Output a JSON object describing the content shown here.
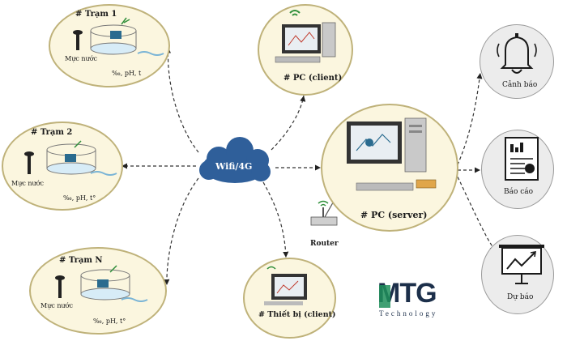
{
  "stations": [
    {
      "title": "# Trạm 1",
      "level_label": "Mực nước",
      "params_label": "‰, pH, t"
    },
    {
      "title": "# Trạm 2",
      "level_label": "Mực nước",
      "params_label": "‰, pH, t°"
    },
    {
      "title": "# Trạm N",
      "level_label": "Mực nước",
      "params_label": "‰, pH, t°"
    }
  ],
  "network": {
    "label": "Wifi/4G"
  },
  "pc_client": {
    "label": "# PC (client)"
  },
  "pc_server": {
    "label": "# PC (server)"
  },
  "router": {
    "label": "Router"
  },
  "device_client": {
    "label": "# Thiết bị (client)"
  },
  "outputs": [
    {
      "label": "Cảnh báo",
      "icon": "bell-icon"
    },
    {
      "label": "Báo cáo",
      "icon": "report-icon"
    },
    {
      "label": "Dự báo",
      "icon": "forecast-icon"
    }
  ],
  "logo": {
    "mark": "MTG",
    "subtitle": "Technology"
  },
  "colors": {
    "station_fill": "#fbf6df",
    "station_border": "#bfb27a",
    "output_fill": "#ececec",
    "cloud": "#2f5f9a",
    "logo_green": "#1f8f5a",
    "logo_dark": "#1c2f4a"
  }
}
